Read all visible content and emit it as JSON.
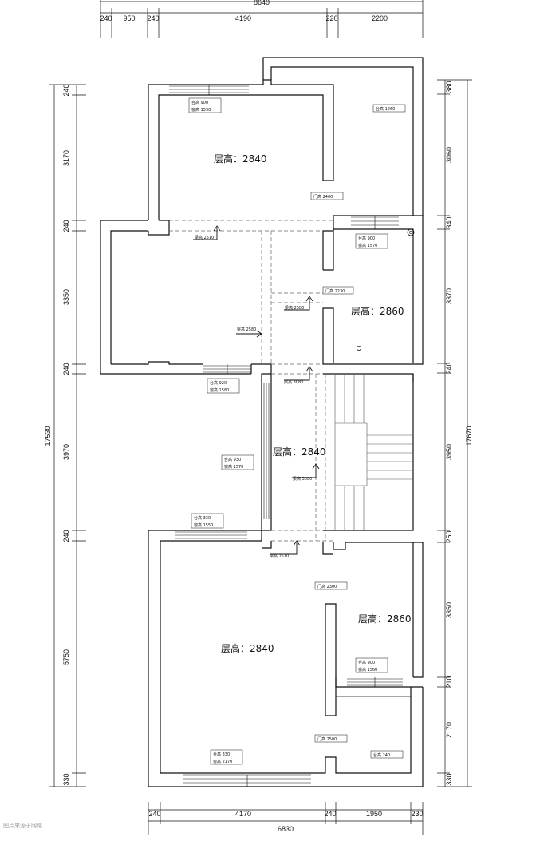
{
  "dimensions": {
    "top_overall": "8640",
    "top": [
      "240",
      "950",
      "240",
      "4190",
      "220",
      "2200"
    ],
    "bottom": [
      "240",
      "4170",
      "240",
      "1950",
      "230"
    ],
    "bottom_overall": "6830",
    "left": [
      "240",
      "3170",
      "240",
      "3350",
      "240",
      "3970",
      "240",
      "5750",
      "330"
    ],
    "left_overall": "17530",
    "right": [
      "380",
      "3060",
      "340",
      "3370",
      "240",
      "3950",
      "250",
      "3350",
      "210",
      "2170",
      "330"
    ],
    "right_overall": "17670"
  },
  "rooms": {
    "top_left": "层高：2840",
    "upper_right": "层高：2860",
    "middle": "层高：2840",
    "lower_right": "层高：2860",
    "bottom": "层高：2840"
  },
  "door_heights": {
    "d1": "门高 2400",
    "d2": "门高 2230",
    "d3": "门高 2300",
    "d4": "门高 2500"
  },
  "beam_heights": {
    "b1": "梁高 2510",
    "b2": "梁高 2580",
    "b3": "梁高 2580",
    "b4": "梁高 3080",
    "b5": "梁高 3080",
    "b6": "梁高 2510"
  },
  "windows": {
    "w1": {
      "sill": "台高 900",
      "height": "窗高 1550"
    },
    "w2": {
      "sill": "台高 1260"
    },
    "w3": {
      "sill": "台高 900",
      "height": "窗高 1570"
    },
    "w4": {
      "sill": "台高 920",
      "height": "窗高 1580"
    },
    "w5": {
      "sill": "台高 930",
      "height": "窗高 1570"
    },
    "w6": {
      "sill": "台高 330",
      "height": "窗高 1550"
    },
    "w7": {
      "sill": "台高 900",
      "height": "窗高 1560"
    },
    "w8": {
      "sill": "台高 330",
      "height": "窗高 2170"
    },
    "w9": {
      "sill": "台高 240"
    }
  },
  "watermark": "图片来源于网络"
}
